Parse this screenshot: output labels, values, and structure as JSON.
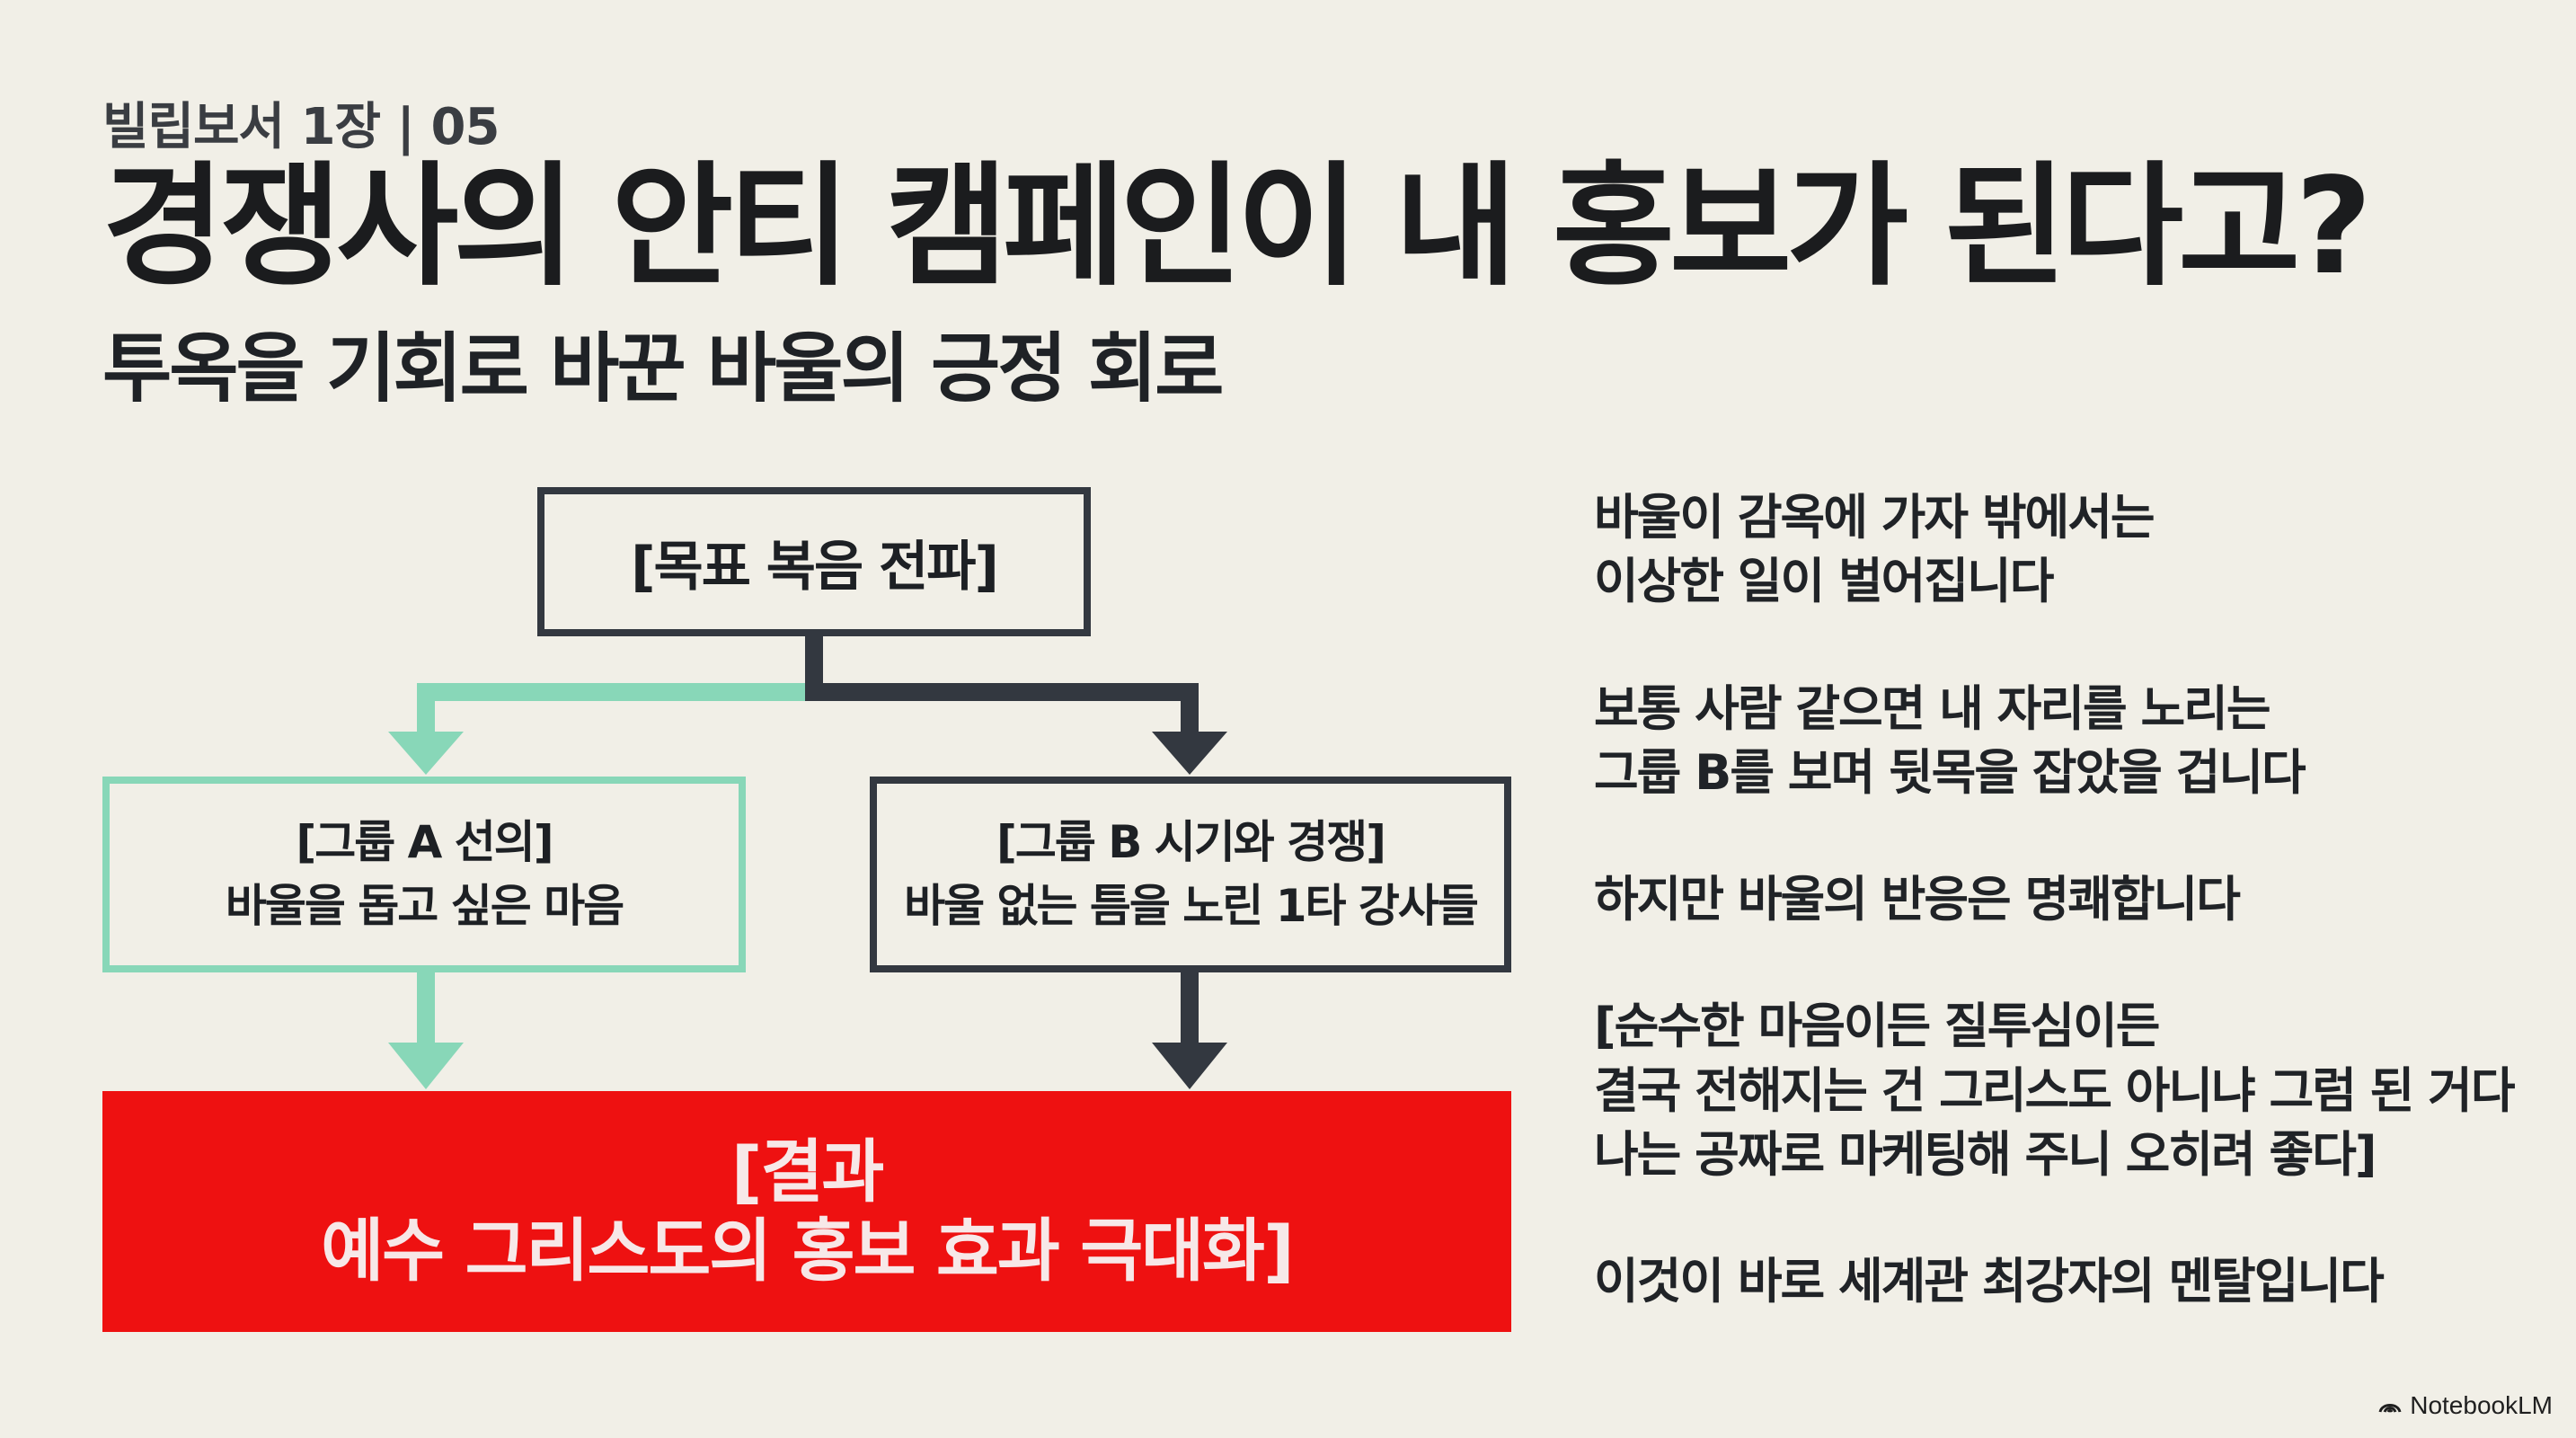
{
  "header": {
    "subject_label": "빌립보서 1장 | 05",
    "title": "경쟁사의 안티 캠페인이 내 홍보가 된다고?",
    "subtitle": "투옥을 기회로 바꾼 바울의 긍정 회로"
  },
  "diagram": {
    "goal": "[목표 복음 전파]",
    "group_a": {
      "line1": "[그룹 A 선의]",
      "line2": "바울을 돕고 싶은 마음"
    },
    "group_b": {
      "line1": "[그룹 B 시기와 경쟁]",
      "line2": "바울 없는 틈을 노린 1타 강사들"
    },
    "result": {
      "line1": "[결과",
      "line2": "예수 그리스도의 홍보 효과 극대화]"
    }
  },
  "side_text": {
    "paragraphs": [
      [
        "바울이 감옥에 가자 밖에서는",
        "이상한 일이 벌어집니다"
      ],
      [
        "보통 사람 같으면 내 자리를 노리는",
        "그룹 B를 보며 뒷목을 잡았을 겁니다"
      ],
      [
        "하지만 바울의 반응은 명쾌합니다"
      ],
      [
        "[순수한 마음이든 질투심이든",
        "결국 전해지는 건 그리스도 아니냐 그럼 된 거다",
        "나는 공짜로 마케팅해 주니 오히려 좋다]"
      ],
      [
        "이것이 바로 세계관 최강자의 멘탈입니다"
      ]
    ]
  },
  "footer": {
    "brand": "NotebookLM"
  },
  "colors": {
    "background": "#f1efe7",
    "dark": "#333840",
    "mint": "#88d7b8",
    "red": "#ee1111"
  }
}
